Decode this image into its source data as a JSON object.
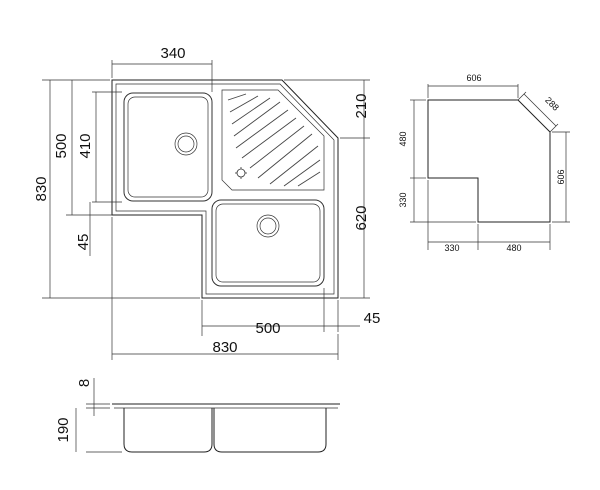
{
  "plan_view": {
    "dims": {
      "top_bowl_width": "340",
      "corner_height": "210",
      "right_bowl_height": "620",
      "left_bowl_height": "410",
      "left_bowl_outer": "500",
      "overall_height": "830",
      "bottom_offset": "45",
      "bottom_bowl_width": "500",
      "right_offset": "45",
      "overall_width": "830"
    }
  },
  "cutout_view": {
    "dims": {
      "top": "606",
      "chamfer": "288",
      "left_upper": "480",
      "left_lower": "330",
      "right": "606",
      "bottom_left": "330",
      "bottom_right": "480"
    }
  },
  "section_view": {
    "dims": {
      "rim_thickness": "8",
      "depth": "190"
    }
  }
}
